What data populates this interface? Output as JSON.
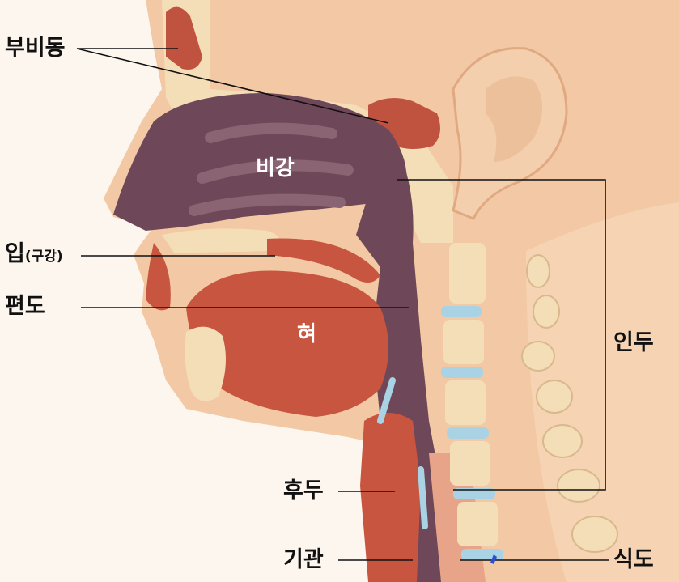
{
  "labels": {
    "sinus": "부비동",
    "mouth": "입",
    "mouth_sub": "(구강)",
    "tonsil": "편도",
    "nasal_cavity": "비강",
    "tongue": "혀",
    "pharynx": "인두",
    "larynx": "후두",
    "trachea": "기관",
    "esophagus": "식도"
  },
  "colors": {
    "background": "#fdf6ee",
    "skin": "#f2c9a4",
    "bone": "#f3deb8",
    "cavity": "#6e4858",
    "tissue": "#c7553f",
    "cartilage": "#a9d3e4"
  }
}
